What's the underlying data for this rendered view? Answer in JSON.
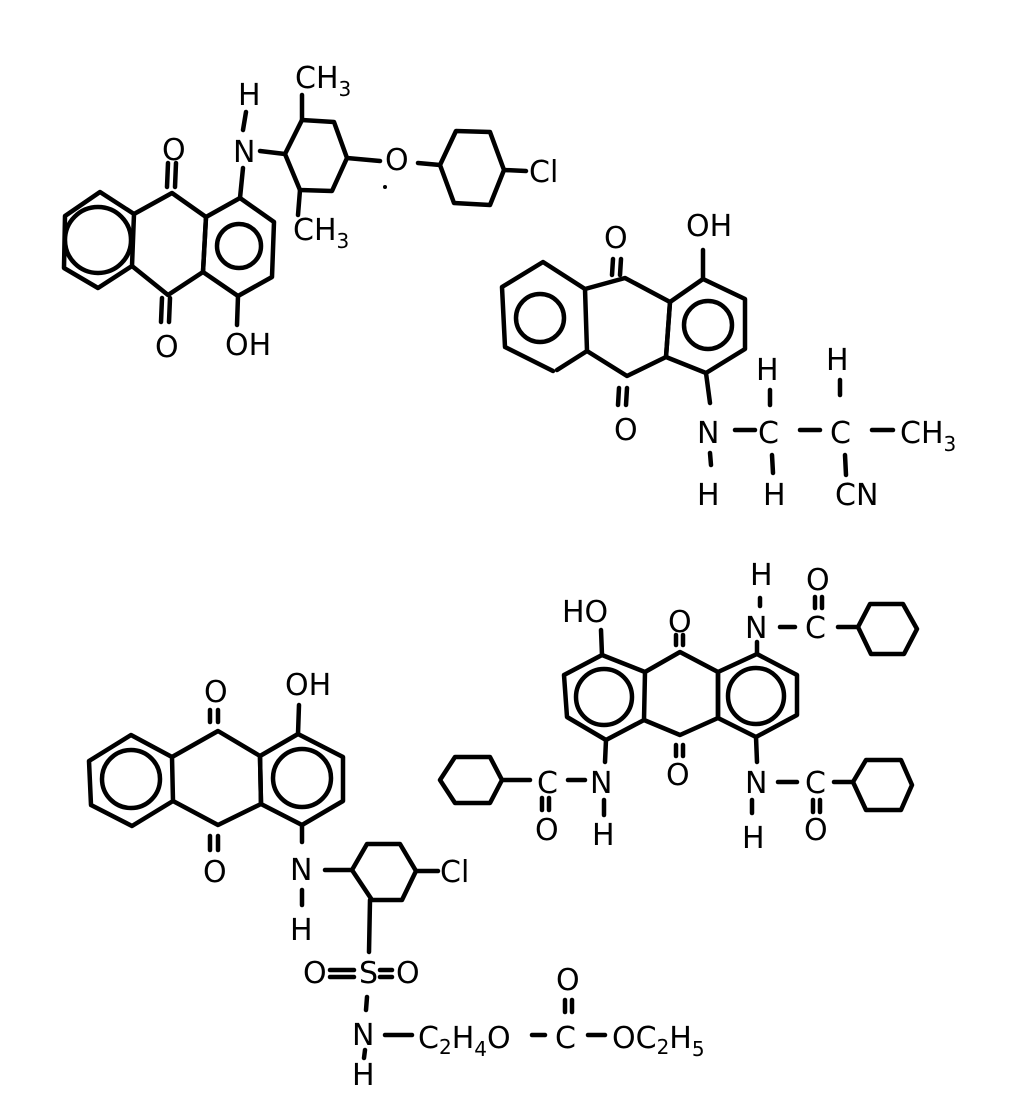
{
  "figure": {
    "type": "chemical-structures",
    "ink_color": "#000000",
    "background_color": "#ffffff"
  },
  "molecule1": {
    "core": "anthraquinone",
    "labels": {
      "o_top": "O",
      "o_bottom": "O",
      "oh": "OH",
      "nh_h": "H",
      "nh_n": "N",
      "ch3_top": "CH",
      "ch3_top_sub": "3",
      "ch3_bottom": "CH",
      "ch3_bottom_sub": "3",
      "ether_o": "O",
      "cl": "Cl"
    }
  },
  "molecule2": {
    "core": "anthraquinone",
    "labels": {
      "o_top": "O",
      "o_bottom": "O",
      "oh": "OH",
      "n": "N",
      "n_h": "H",
      "c1": "C",
      "c1_h_top": "H",
      "c1_h_bottom": "H",
      "c2": "C",
      "c2_h_top": "H",
      "ch3": "CH",
      "ch3_sub": "3",
      "cn": "CN"
    }
  },
  "molecule3": {
    "core": "anthraquinone",
    "labels": {
      "o_top": "O",
      "o_bottom": "O",
      "oh": "OH",
      "n": "N",
      "n_h": "H",
      "cl": "Cl",
      "so2_o_left": "O",
      "so2_s": "S",
      "so2_o_right": "O",
      "sn": "N",
      "sn_h": "H",
      "chain_c2h4": "C",
      "chain_c2h4_sub1": "2",
      "chain_h": "H",
      "chain_h_sub": "4",
      "chain_o": "O",
      "carbonate_c": "C",
      "carbonate_o_top": "O",
      "ethoxy_o": "OC",
      "ethoxy_sub1": "2",
      "ethoxy_h": "H",
      "ethoxy_sub2": "5"
    }
  },
  "molecule4": {
    "core": "anthraquinone",
    "labels": {
      "o_top": "O",
      "o_bottom": "O",
      "ho": "HO",
      "amide_tr_h": "H",
      "amide_tr_n": "N",
      "amide_tr_c": "C",
      "amide_tr_o": "O",
      "amide_br_n": "N",
      "amide_br_h": "H",
      "amide_br_c": "C",
      "amide_br_o": "O",
      "amide_bl_n": "N",
      "amide_bl_h": "H",
      "amide_bl_c": "C",
      "amide_bl_o": "O"
    }
  }
}
